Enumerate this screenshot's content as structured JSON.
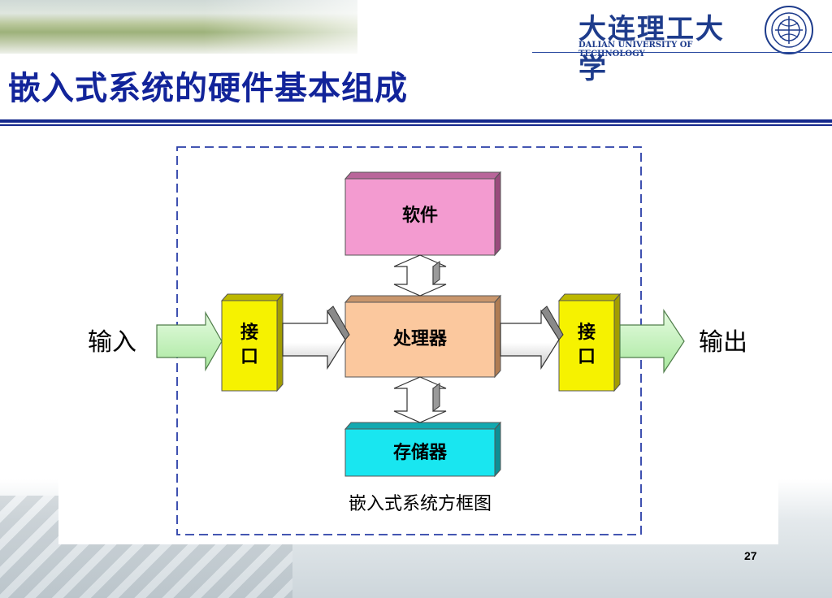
{
  "header": {
    "university_cn": "大连理工大学",
    "university_en": "DALIAN UNIVERSITY OF TECHNOLOGY"
  },
  "title": "嵌入式系统的硬件基本组成",
  "diagram": {
    "software": "软件",
    "processor": "处理器",
    "storage": "存储器",
    "interface_left": [
      "接",
      "口"
    ],
    "interface_right": [
      "接",
      "口"
    ],
    "input": "输入",
    "output": "输出",
    "caption": "嵌入式系统方框图"
  },
  "colors": {
    "title": "#12249a",
    "software_box": "#f39bd0",
    "processor_box": "#fbc89e",
    "storage_box": "#19e6f0",
    "interface_box": "#f6f200",
    "io_arrow": "#c8f5bf",
    "dashed_border": "#2a3ea8"
  },
  "footer": {
    "page_number": "27"
  }
}
